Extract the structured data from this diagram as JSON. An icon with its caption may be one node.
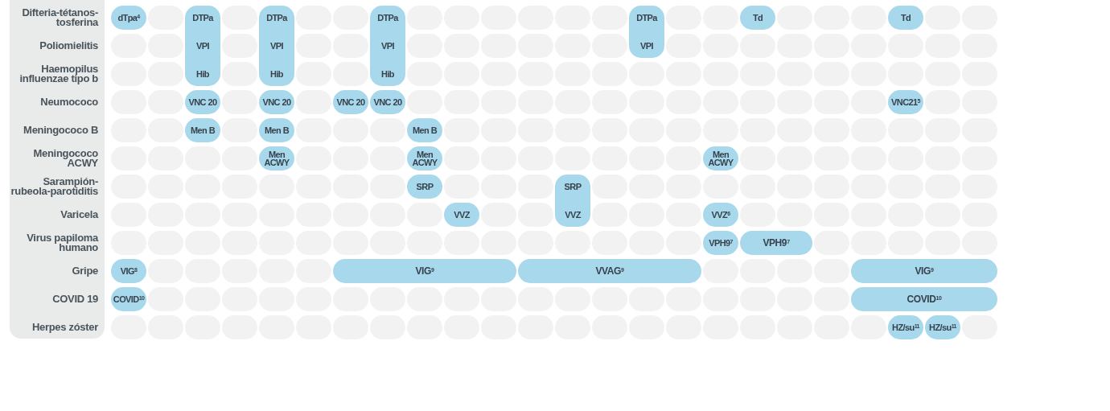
{
  "diagram": {
    "labels": [
      "Difteria-tétanos-tosferina",
      "dTpa$^{4}$",
      "DTPa",
      "DTPa",
      "DTPa",
      "DTPa",
      "Td",
      "Td",
      "Poliomielitis",
      "VPI",
      "VPI",
      "VPI",
      "VPI",
      "Haemopilus influenzae tipo b",
      "Hib",
      "Hib",
      "Hib",
      "Neumococo",
      "VNC 20",
      "VNC 20",
      "VNC 20",
      "VNC 20",
      "VNC21$^{5}$",
      "Meningococo B",
      "Men B",
      "Men B",
      "Men B",
      "Meningococo ACWY",
      "Men ACWY",
      "Men ACWY",
      "Men ACWY",
      "Sarampión-rubeola-parotiditis",
      "SRP",
      "SRP",
      "Varicela",
      "VVZ",
      "VVZ",
      "VVZ$^{6}$",
      "Virus papiloma humano",
      "VPH9$^{7}$",
      "VPH9$^{7}$",
      "Gripe",
      "VIG$^{8}$",
      "VIG$^{9}$",
      "VVAG$^{9}$",
      "VIG$^{9}$",
      "COVID 19",
      "COVID$^{10}$",
      "COVID$^{10}$",
      "Herpes zóster",
      "HZ/su$^{11}$",
      "HZ/su$^{11}$"
    ]
  }
}
